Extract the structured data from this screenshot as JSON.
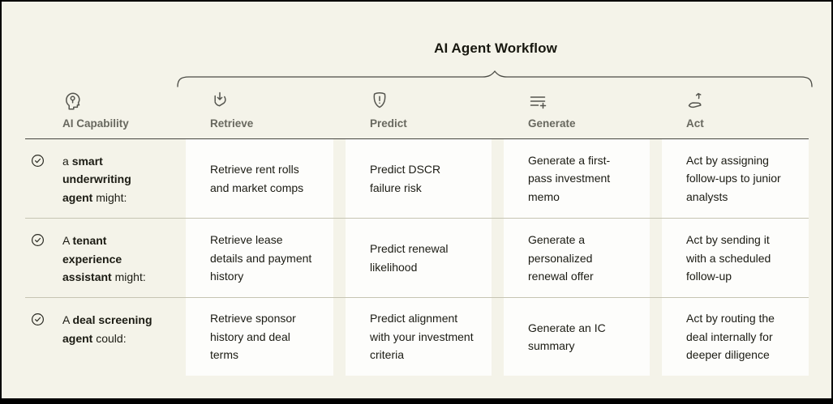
{
  "title": "AI Agent Workflow",
  "columns": [
    {
      "label": "AI Capability",
      "icon": "head-circuit-icon"
    },
    {
      "label": "Retrieve",
      "icon": "hand-receive-arrow-icon"
    },
    {
      "label": "Predict",
      "icon": "shield-alert-icon"
    },
    {
      "label": "Generate",
      "icon": "list-add-icon"
    },
    {
      "label": "Act",
      "icon": "hand-up-arrow-icon"
    }
  ],
  "rows": [
    {
      "capability": {
        "prefix": "a ",
        "bold": "smart underwriting agent",
        "suffix": " might:"
      },
      "retrieve": "Retrieve rent rolls and market comps",
      "predict": "Predict DSCR failure risk",
      "generate": "Generate a first-pass investment memo",
      "act": "Act by assigning follow-ups to junior analysts"
    },
    {
      "capability": {
        "prefix": "A ",
        "bold": "tenant experience assistant",
        "suffix": " might:"
      },
      "retrieve": "Retrieve lease details and payment history",
      "predict": "Predict renewal likelihood",
      "generate": "Generate a personalized renewal offer",
      "act": "Act by sending it with a scheduled follow-up"
    },
    {
      "capability": {
        "prefix": "A ",
        "bold": "deal screening agent",
        "suffix": " could:"
      },
      "retrieve": "Retrieve sponsor history and deal terms",
      "predict": "Predict alignment with your investment criteria",
      "generate": "Generate an IC summary",
      "act": "Act by routing the deal internally for deeper diligence"
    }
  ],
  "colors": {
    "background": "#f4f3e9",
    "card": "#fdfdfb",
    "text": "#1b1b13",
    "muted_header": "#68685f",
    "rule_dark": "#45453f",
    "rule_light": "#c6c4b3",
    "frame_border": "#000000"
  }
}
